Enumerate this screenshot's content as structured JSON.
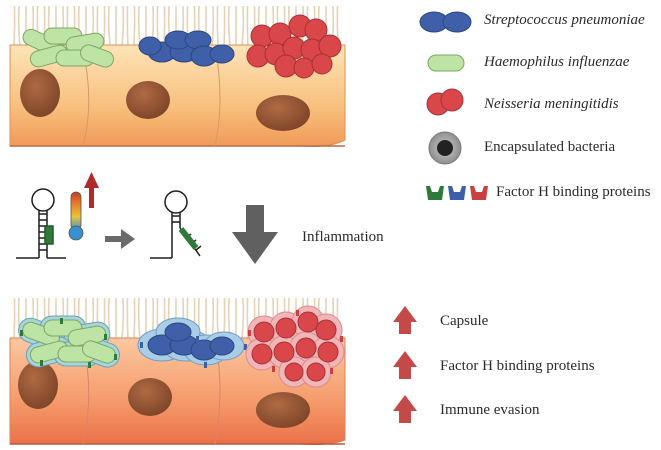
{
  "legend": {
    "items": [
      {
        "label": "Streptococcus pneumoniae",
        "italic": true,
        "icon": "blue-diplococcus-icon"
      },
      {
        "label": "Haemophilus influenzae",
        "italic": true,
        "icon": "green-rod-icon"
      },
      {
        "label": "Neisseria meningitidis",
        "italic": true,
        "icon": "red-diplococcus-icon"
      },
      {
        "label": "Encapsulated bacteria",
        "italic": false,
        "icon": "encapsulated-bacterium-icon"
      },
      {
        "label": "Factor H binding proteins",
        "italic": false,
        "icon": "factor-h-protein-icon"
      }
    ]
  },
  "middle": {
    "label": "Inflammation"
  },
  "outcomes": {
    "items": [
      {
        "label": "Capsule"
      },
      {
        "label": "Factor H binding proteins"
      },
      {
        "label": "Immune evasion"
      }
    ]
  },
  "colors": {
    "cell_top": "#fbd9a6",
    "cell_mid": "#f6b46b",
    "cell_bottom": "#ef8f52",
    "nucleus": "#9a5a3a",
    "streptococcus": "#3d5ea8",
    "haemophilus": "#b8e0a0",
    "neisseria": "#d9484a",
    "capsule_blue": "#a9cde6",
    "capsule_pink": "#f3b6b8",
    "arrow_red": "#c44a4a",
    "arrow_gray": "#666666",
    "fhbp_green": "#2f7a3a",
    "fhbp_blue": "#3d5ea8",
    "fhbp_red": "#c8403f"
  }
}
